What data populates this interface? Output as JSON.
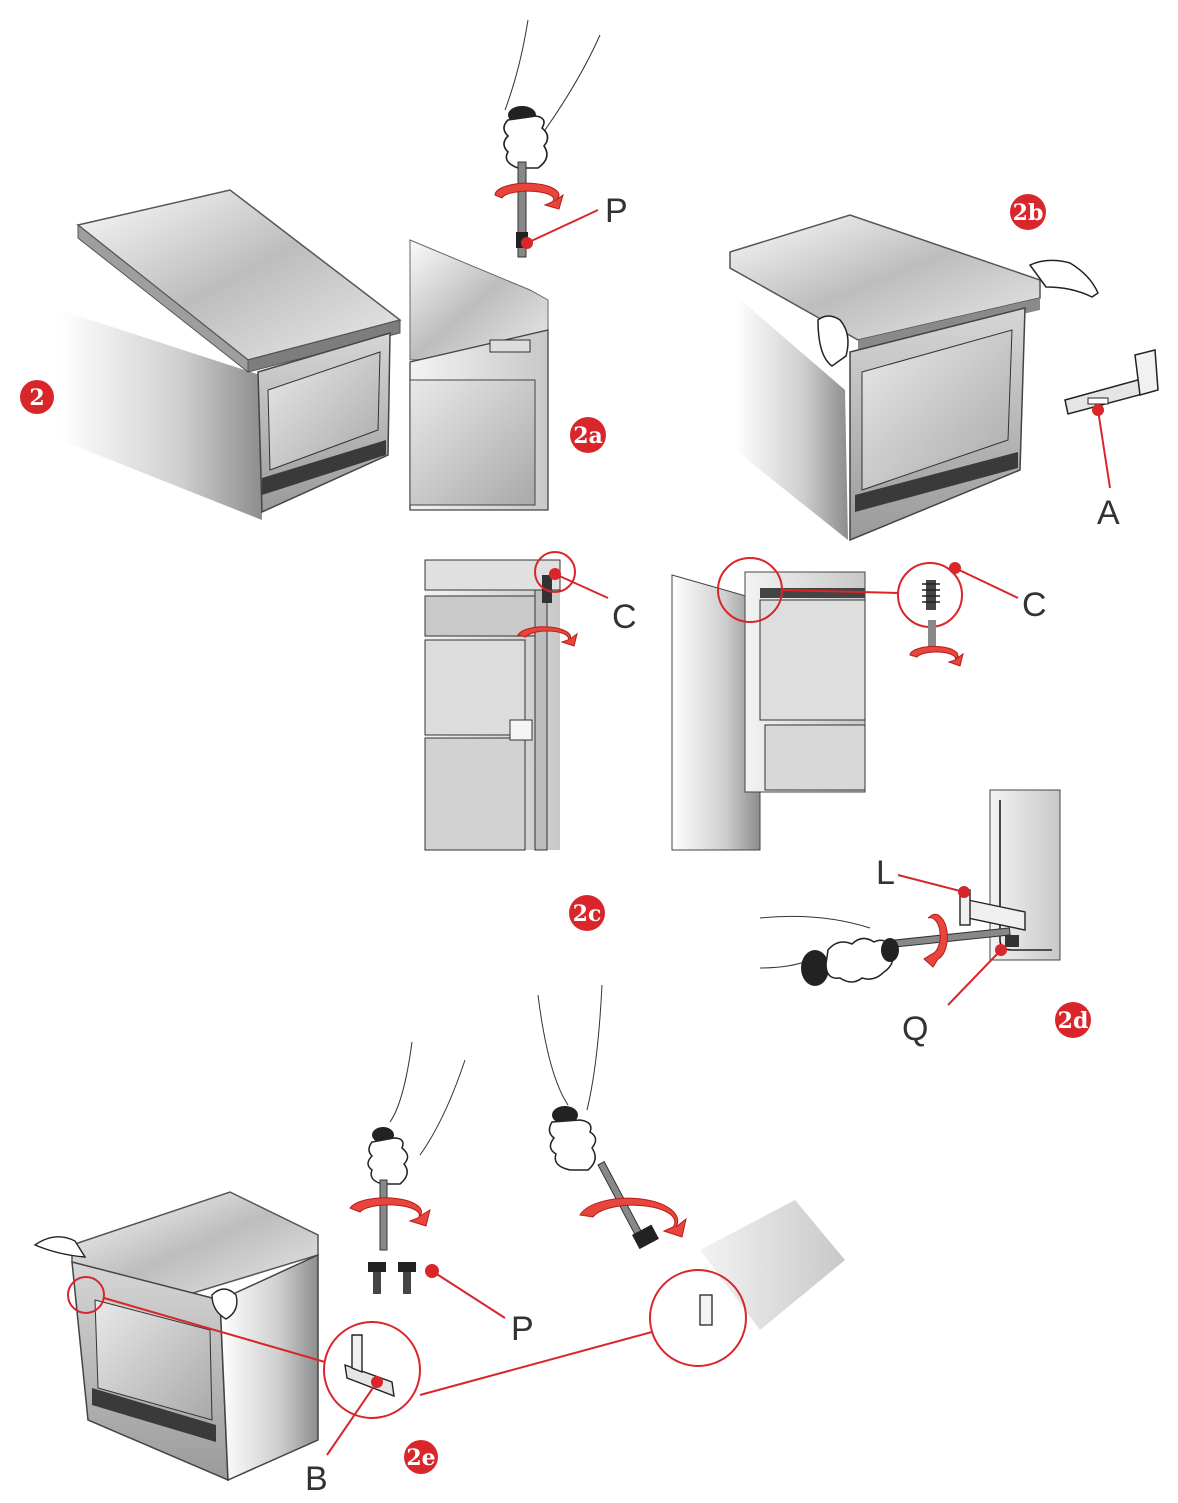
{
  "colors": {
    "accent": "#d9262b",
    "ink": "#222222",
    "steel_light": "#f2f2f2",
    "steel_dark": "#8a8a8a"
  },
  "badges": {
    "step_2": "2",
    "step_2a": "2a",
    "step_2b": "2b",
    "step_2c": "2c",
    "step_2d": "2d",
    "step_2e": "2e"
  },
  "labels": {
    "P_top": "P",
    "A": "A",
    "C_left": "C",
    "C_right": "C",
    "L": "L",
    "Q": "Q",
    "P_bottom": "P",
    "B": "B"
  },
  "icons": [
    "screwdriver-icon",
    "rotation-arrow-icon",
    "hand-icon",
    "screw-icon",
    "bracket-icon",
    "magnifier-circle-icon"
  ]
}
